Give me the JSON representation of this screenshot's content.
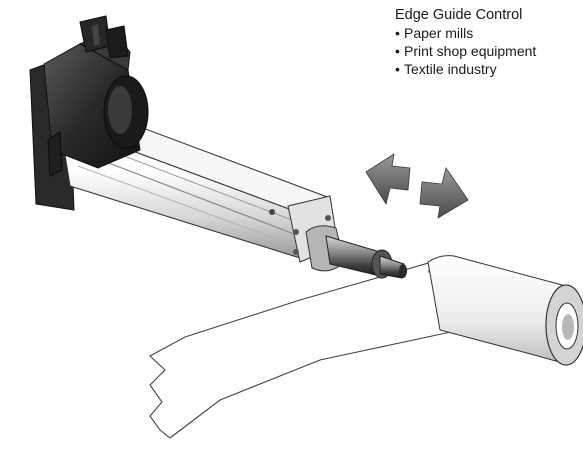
{
  "caption": {
    "title": "Edge Guide Control",
    "bullets": [
      "Paper mills",
      "Print shop equipment",
      "Textile industry"
    ]
  },
  "icons": {
    "actuator": "electric-linear-actuator",
    "motor": "servo-motor",
    "roll": "paper-roll",
    "arrows": "bidirectional-arrows"
  }
}
